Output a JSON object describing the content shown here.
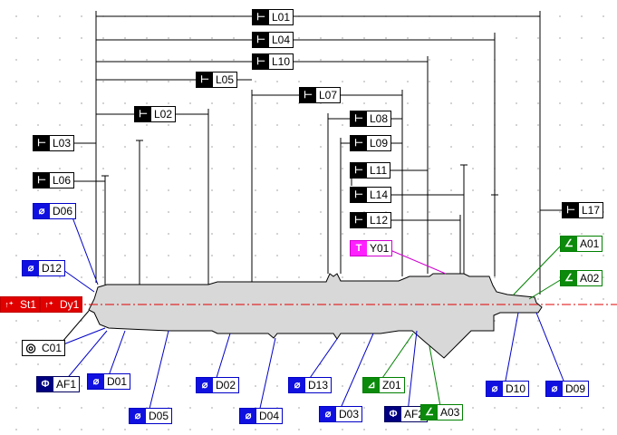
{
  "colors": {
    "dimension_line": "#000000",
    "diameter_leader": "#0000c8",
    "angle_leader": "#008000",
    "centerline": "#e00000",
    "profile_leader": "#d000d0",
    "part_fill": "#d8d8d8"
  },
  "icons": {
    "length": "length-dimension-icon",
    "diameter": "diameter-icon",
    "angle": "angle-icon",
    "datum": "datum-icon",
    "concentricity": "concentricity-icon",
    "profile": "profile-icon",
    "runout": "runout-icon",
    "flatness": "flatness-icon"
  },
  "labels": {
    "L01": "L01",
    "L04": "L04",
    "L10": "L10",
    "L05": "L05",
    "L07": "L07",
    "L02": "L02",
    "L08": "L08",
    "L03": "L03",
    "L09": "L09",
    "L06": "L06",
    "L11": "L11",
    "L14": "L14",
    "L12": "L12",
    "L17": "L17",
    "D06": "D06",
    "D12": "D12",
    "St1": "St1",
    "Dy1": "Dy1",
    "C01": "C01",
    "AF1": "AF1",
    "D01": "D01",
    "D05": "D05",
    "D02": "D02",
    "D04": "D04",
    "D13": "D13",
    "D03": "D03",
    "Z01": "Z01",
    "AF2": "AF2",
    "A03": "A03",
    "D10": "D10",
    "D09": "D09",
    "Y01": "Y01",
    "A01": "A01",
    "A02": "A02"
  }
}
